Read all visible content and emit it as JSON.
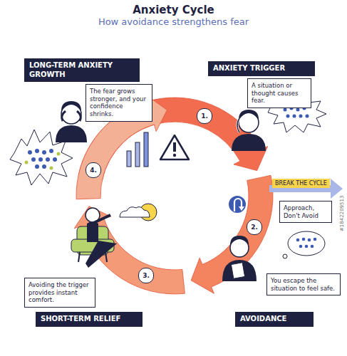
{
  "diagram": {
    "title": "Anxiety Cycle",
    "nodes": [
      {
        "text": [
          "ANXIETY TRIGGER"
        ]
      },
      {
        "text": [
          "A situation or thought causes fear."
        ]
      },
      {
        "text": [
          "AVOIDANCE"
        ]
      },
      {
        "text": [
          "You escape the situation to feel safe."
        ]
      },
      {
        "text": [
          "SHORT-TERM RELIEF"
        ]
      },
      {
        "text": [
          "Avoiding the trigger provides instant comfort."
        ]
      },
      {
        "text": [
          "LONG-TERM ANXIETY GROWTH"
        ]
      },
      {
        "text": [
          "The fear grows stronger, and your confidence shrinks."
        ]
      },
      {
        "text": [
          "BREAK THE CYCLE"
        ]
      },
      {
        "text": [
          "Approach, Don't Avoid"
        ]
      }
    ],
    "labels": [
      "How avoidance strengthens fear",
      "1.",
      "2.",
      "3.",
      "4.",
      "#1842209513"
    ]
  }
}
